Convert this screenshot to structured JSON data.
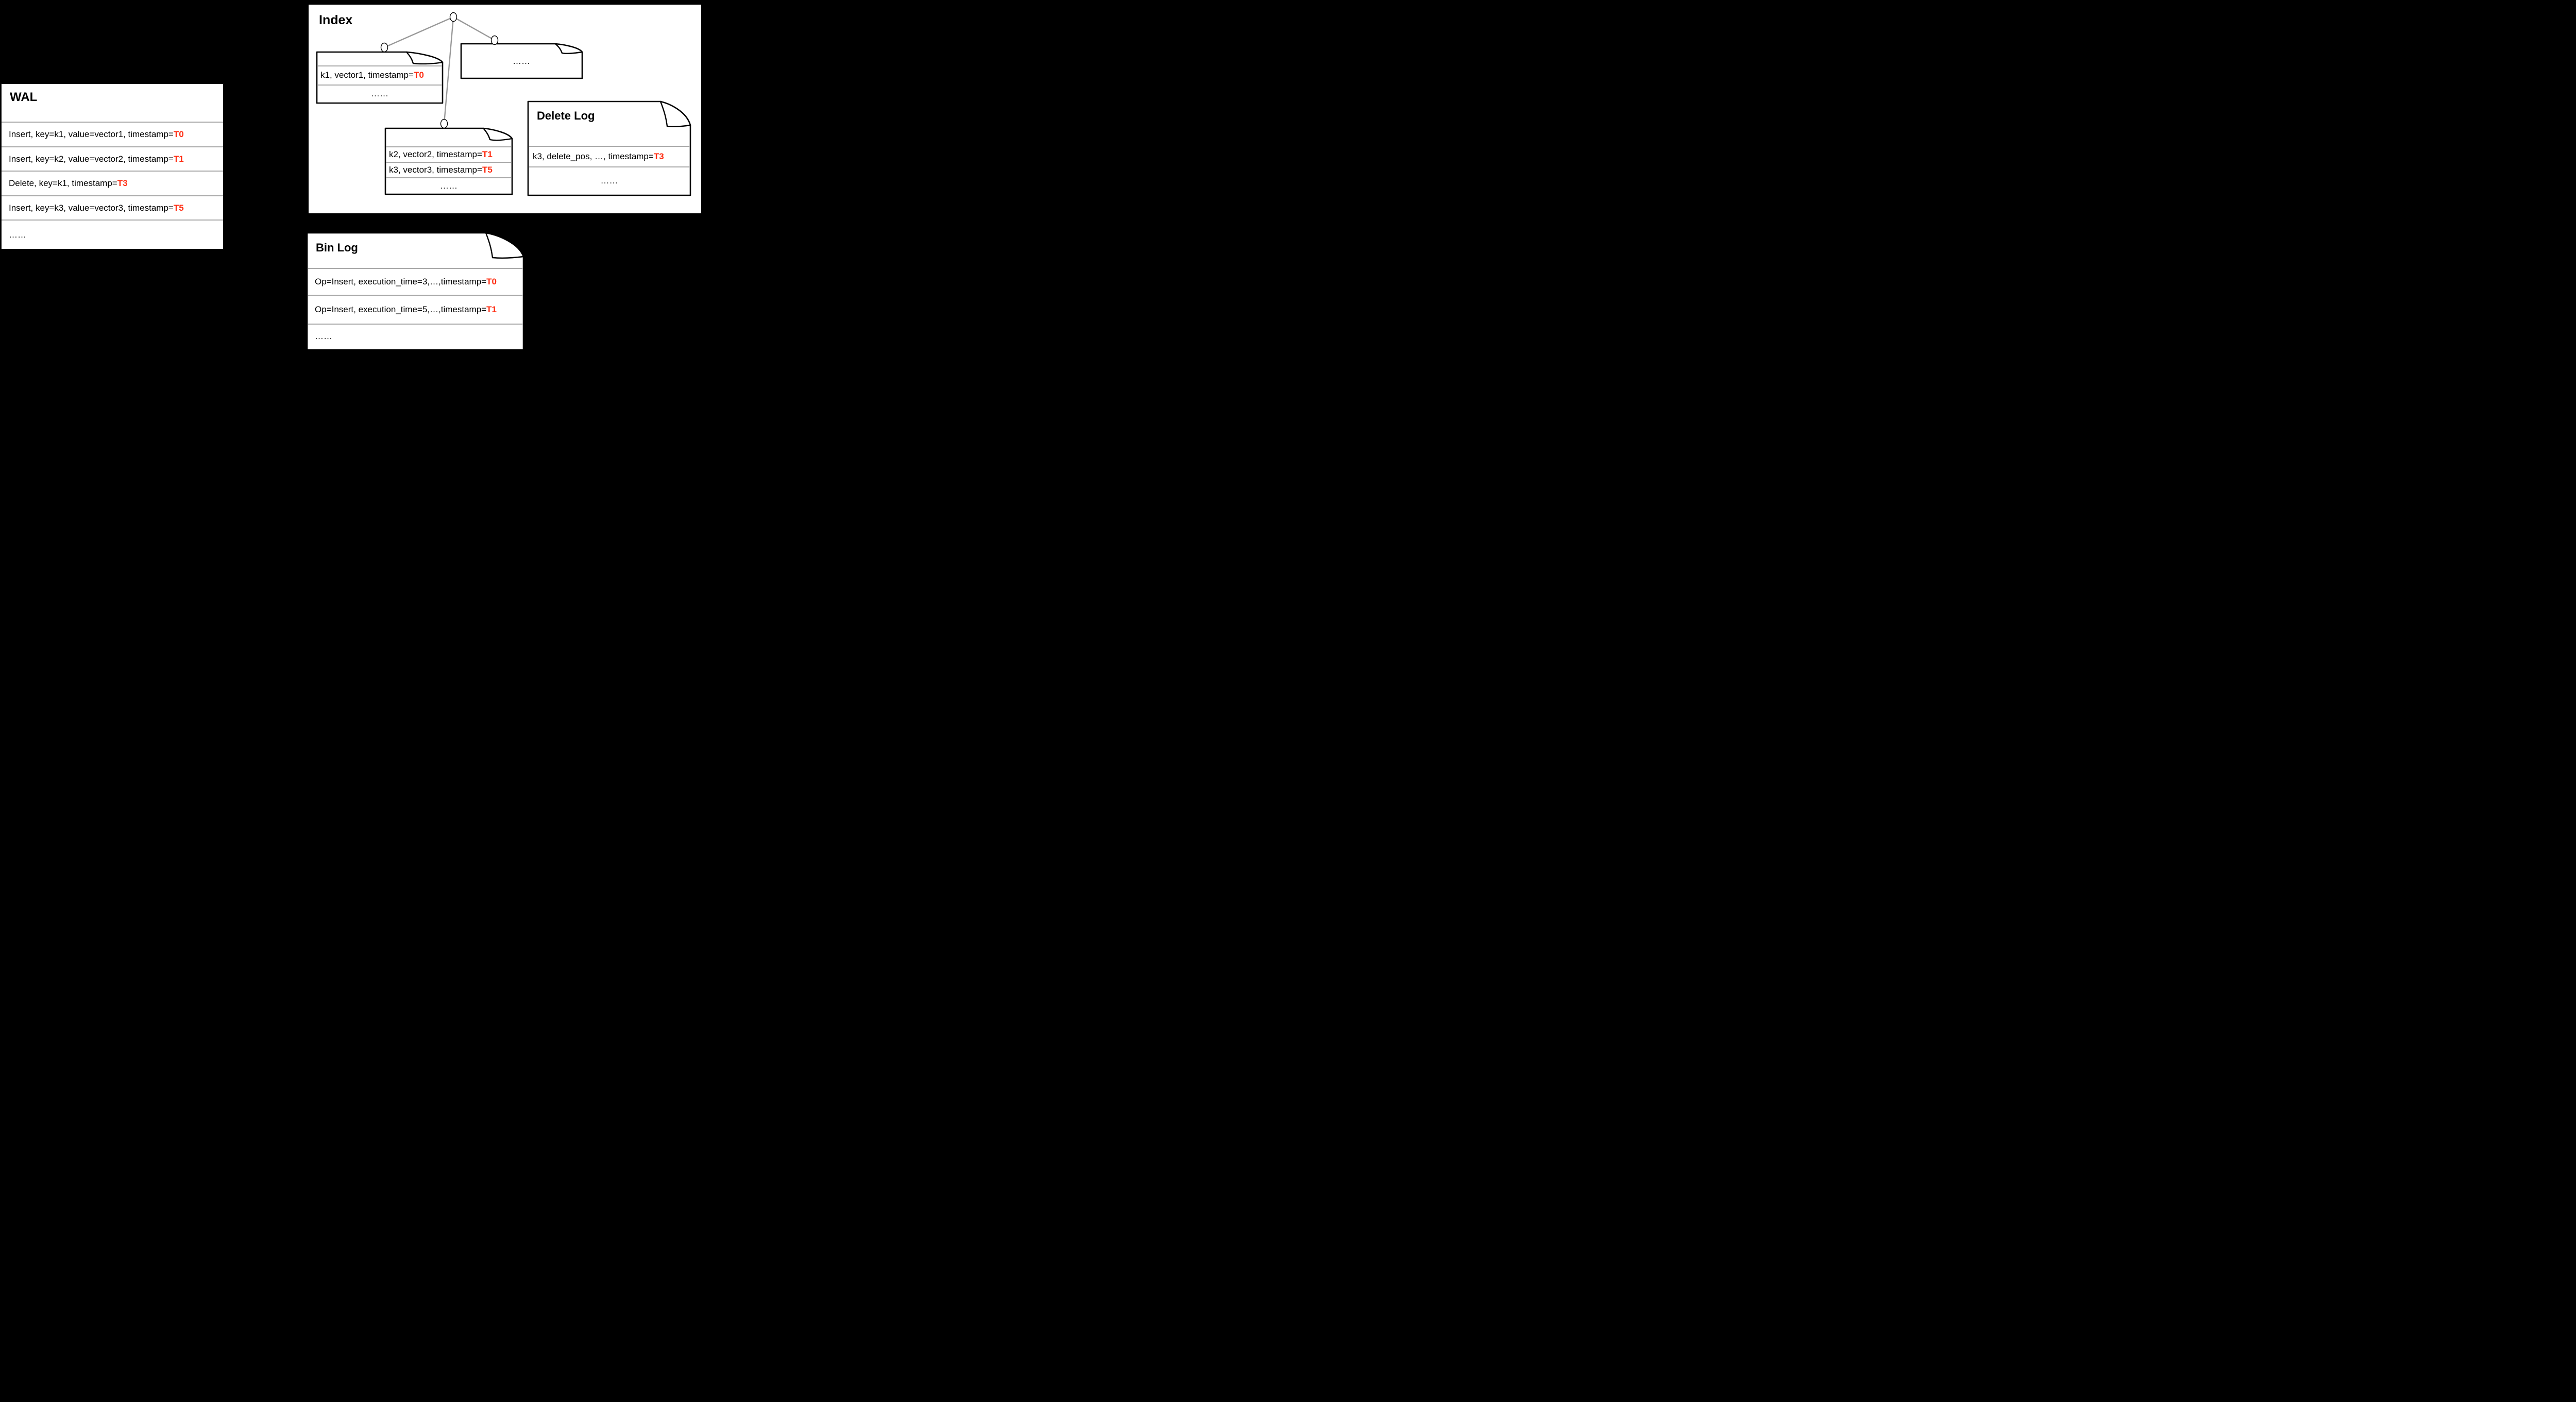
{
  "colors": {
    "background": "#000000",
    "panel": "#ffffff",
    "timestamp_red": "#ff2c11",
    "separator_gray": "#a9a9a9",
    "tree_edge_gray": "#999999"
  },
  "wal": {
    "title": "WAL",
    "rows": [
      {
        "text": "Insert, key=k1, value=vector1, timestamp=",
        "ts": "T0"
      },
      {
        "text": "Insert, key=k2, value=vector2, timestamp=",
        "ts": "T1"
      },
      {
        "text": "Delete, key=k1, timestamp=",
        "ts": "T3"
      },
      {
        "text": "Insert, key=k3, value=vector3, timestamp=",
        "ts": "T5"
      },
      {
        "text": "……",
        "ts": ""
      }
    ]
  },
  "index": {
    "title": "Index",
    "segment_k1": {
      "rows": [
        {
          "text": "k1, vector1, timestamp=",
          "ts": "T0"
        },
        {
          "text": "……",
          "ts": ""
        }
      ]
    },
    "segment_k2k3": {
      "rows": [
        {
          "text": "k2, vector2, timestamp=",
          "ts": "T1"
        },
        {
          "text": "k3, vector3, timestamp=",
          "ts": "T5"
        },
        {
          "text": "……",
          "ts": ""
        }
      ]
    },
    "segment_more": {
      "dots": "……"
    }
  },
  "delete_log": {
    "title": "Delete Log",
    "rows": [
      {
        "text": "k3, delete_pos, …, timestamp=",
        "ts": "T3"
      },
      {
        "text": "……",
        "ts": ""
      }
    ]
  },
  "bin_log": {
    "title": "Bin Log",
    "rows": [
      {
        "text": "Op=Insert, execution_time=3,…,timestamp=",
        "ts": "T0"
      },
      {
        "text": "Op=Insert, execution_time=5,…,timestamp=",
        "ts": "T1"
      },
      {
        "text": "……",
        "ts": ""
      }
    ]
  }
}
